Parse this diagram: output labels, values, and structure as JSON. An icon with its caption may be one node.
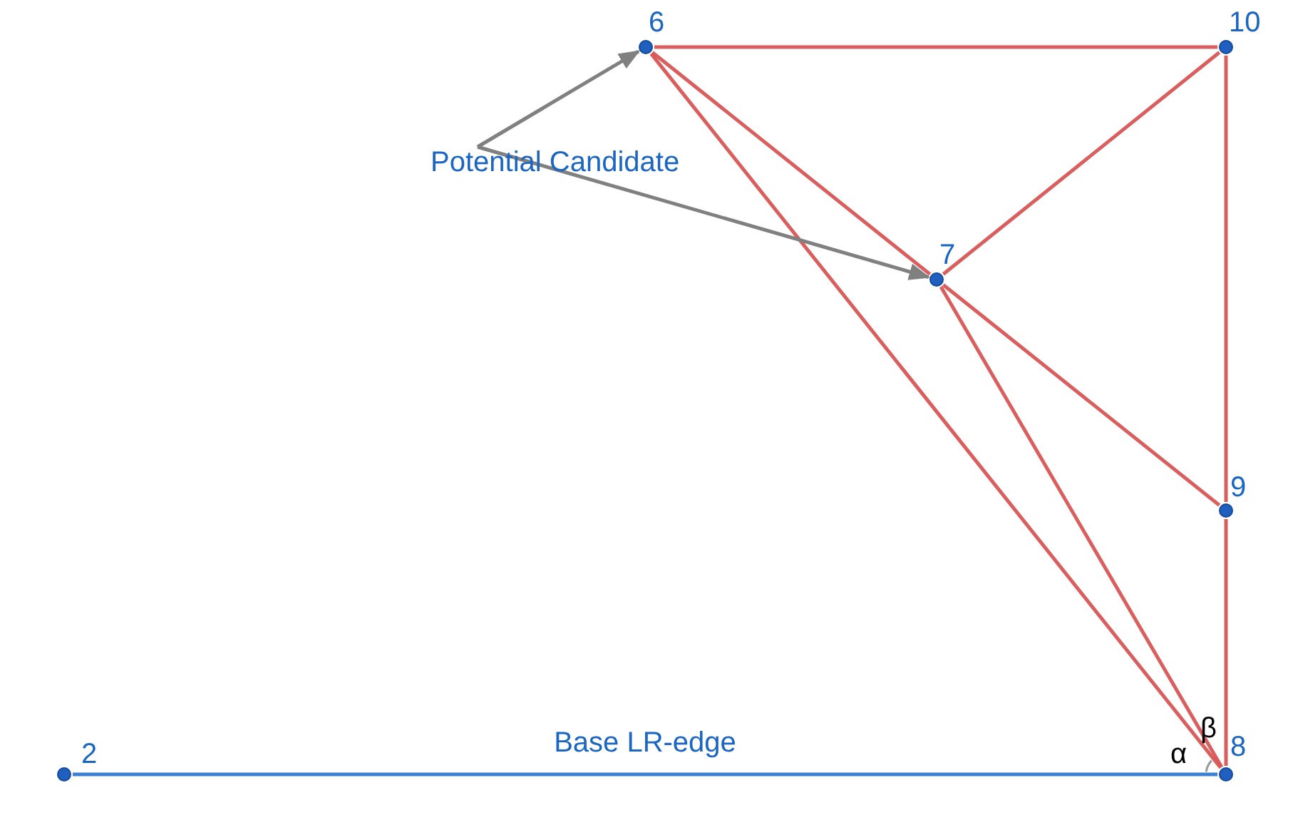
{
  "diagram": {
    "nodes": [
      {
        "text": [],
        "shape": "circle",
        "beside": [
          "6"
        ]
      },
      {
        "text": [],
        "shape": "circle",
        "beside": [
          "10"
        ]
      },
      {
        "text": [
          "Potential Candidate"
        ]
      },
      {
        "text": [],
        "shape": "circle",
        "beside": [
          "7"
        ]
      },
      {
        "text": [],
        "shape": "circle",
        "beside": [
          "9"
        ]
      },
      {
        "text": [],
        "shape": "circle",
        "beside": [
          "2"
        ]
      },
      {
        "text": [],
        "shape": "circle",
        "beside": [
          "8"
        ]
      }
    ],
    "edges": [
      {
        "from": 0,
        "to": 1,
        "arrow": "none"
      },
      {
        "from": 0,
        "to": 3,
        "arrow": "none"
      },
      {
        "from": 0,
        "to": 6,
        "arrow": "none"
      },
      {
        "from": 3,
        "to": 1,
        "arrow": "none"
      },
      {
        "from": 3,
        "to": 6,
        "arrow": "none"
      },
      {
        "from": 3,
        "to": 4,
        "arrow": "none"
      },
      {
        "from": 1,
        "to": 4,
        "arrow": "none"
      },
      {
        "from": 4,
        "to": 6,
        "arrow": "none"
      },
      {
        "from": 5,
        "to": 6,
        "arrow": "none",
        "label": "Base LR-edge",
        "color": "#3d7fd0"
      },
      {
        "from": 2,
        "to": 0,
        "arrow": "to",
        "color": "#808080"
      },
      {
        "from": 2,
        "to": 3,
        "arrow": "to",
        "color": "#808080"
      }
    ],
    "labels": [
      "β",
      "α"
    ]
  }
}
